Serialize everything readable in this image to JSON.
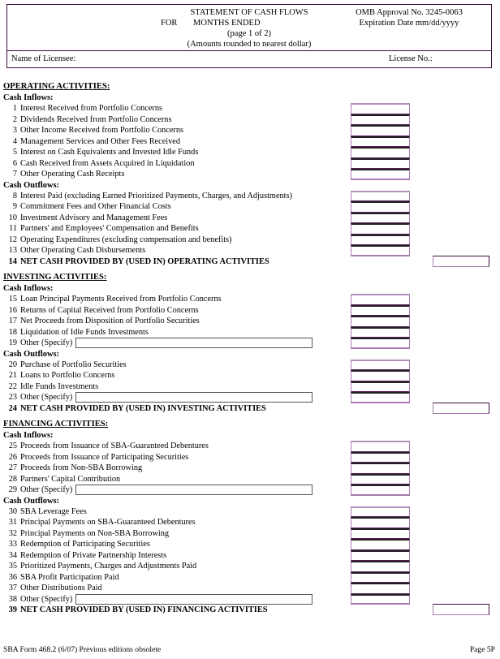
{
  "header": {
    "title": "STATEMENT OF CASH FLOWS",
    "for_label": "FOR",
    "months_ended": "MONTHS ENDED",
    "page_of": "(page 1 of 2)",
    "rounding_note": "(Amounts rounded to nearest dollar)",
    "omb_approval": "OMB Approval No. 3245-0063",
    "expiration_date": "Expiration Date  mm/dd/yyyy",
    "name_of_licensee_label": "Name of Licensee:",
    "name_of_licensee_value": "",
    "license_no_label": "License No.:",
    "license_no_value": ""
  },
  "subheads": {
    "cash_inflows": "Cash Inflows:",
    "cash_outflows": "Cash Outflows:"
  },
  "sections": [
    {
      "id": "operating",
      "heading": "OPERATING ACTIVITIES:",
      "inflows": [
        {
          "num": "1",
          "label": "Interest Received from Portfolio Concerns",
          "value": ""
        },
        {
          "num": "2",
          "label": "Dividends Received from Portfolio Concerns",
          "value": ""
        },
        {
          "num": "3",
          "label": "Other Income Received from Portfolio Concerns",
          "value": ""
        },
        {
          "num": "4",
          "label": "Management Services and Other Fees Received",
          "value": ""
        },
        {
          "num": "5",
          "label": "Interest on Cash Equivalents and Invested Idle Funds",
          "value": ""
        },
        {
          "num": "6",
          "label": "Cash Received from Assets Acquired in Liquidation",
          "value": ""
        },
        {
          "num": "7",
          "label": "Other Operating Cash Receipts",
          "value": ""
        }
      ],
      "outflows": [
        {
          "num": "8",
          "label": "Interest Paid (excluding Earned Prioritized Payments, Charges, and Adjustments)",
          "value": ""
        },
        {
          "num": "9",
          "label": "Commitment Fees and Other Financial Costs",
          "value": ""
        },
        {
          "num": "10",
          "label": "Investment Advisory and Management Fees",
          "value": ""
        },
        {
          "num": "11",
          "label": "Partners' and Employees' Compensation and Benefits",
          "value": ""
        },
        {
          "num": "12",
          "label": "Operating Expenditures (excluding compensation and benefits)",
          "value": ""
        },
        {
          "num": "13",
          "label": "Other Operating Cash Disbursements",
          "value": ""
        }
      ],
      "total": {
        "num": "14",
        "label": "NET CASH PROVIDED BY (USED IN) OPERATING ACTIVITIES",
        "value": ""
      }
    },
    {
      "id": "investing",
      "heading": "INVESTING ACTIVITIES:",
      "inflows": [
        {
          "num": "15",
          "label": "Loan Principal Payments Received from Portfolio Concerns",
          "value": ""
        },
        {
          "num": "16",
          "label": "Returns of Capital Received from Portfolio Concerns",
          "value": ""
        },
        {
          "num": "17",
          "label": "Net Proceeds from Disposition of Portfolio Securities",
          "value": ""
        },
        {
          "num": "18",
          "label": "Liquidation of Idle Funds Investments",
          "value": ""
        },
        {
          "num": "19",
          "label": "Other (Specify)",
          "specify": true,
          "specify_value": "",
          "value": ""
        }
      ],
      "outflows": [
        {
          "num": "20",
          "label": "Purchase of Portfolio Securities",
          "value": ""
        },
        {
          "num": "21",
          "label": "Loans to Portfolio Concerns",
          "value": ""
        },
        {
          "num": "22",
          "label": "Idle Funds Investments",
          "value": ""
        },
        {
          "num": "23",
          "label": "Other (Specify)",
          "specify": true,
          "specify_value": "",
          "value": ""
        }
      ],
      "total": {
        "num": "24",
        "label": "NET CASH PROVIDED BY (USED IN) INVESTING ACTIVITIES",
        "value": ""
      }
    },
    {
      "id": "financing",
      "heading": "FINANCING ACTIVITIES:",
      "inflows": [
        {
          "num": "25",
          "label": "Proceeds from Issuance of SBA-Guaranteed Debentures",
          "value": ""
        },
        {
          "num": "26",
          "label": "Proceeds from Issuance of Participating Securities",
          "value": ""
        },
        {
          "num": "27",
          "label": "Proceeds from Non-SBA Borrowing",
          "value": ""
        },
        {
          "num": "28",
          "label": "Partners' Capital Contribution",
          "value": ""
        },
        {
          "num": "29",
          "label": "Other (Specify)",
          "specify": true,
          "specify_value": "",
          "value": ""
        }
      ],
      "outflows": [
        {
          "num": "30",
          "label": "SBA Leverage Fees",
          "value": ""
        },
        {
          "num": "31",
          "label": "Principal Payments on SBA-Guaranteed Debentures",
          "value": ""
        },
        {
          "num": "32",
          "label": "Principal Payments on Non-SBA Borrowing",
          "value": ""
        },
        {
          "num": "33",
          "label": "Redemption of Participating Securities",
          "value": ""
        },
        {
          "num": "34",
          "label": "Redemption of Private Partnership Interests",
          "value": ""
        },
        {
          "num": "35",
          "label": "Prioritized Payments, Charges and Adjustments Paid",
          "value": ""
        },
        {
          "num": "36",
          "label": "SBA Profit Participation Paid",
          "value": ""
        },
        {
          "num": "37",
          "label": "Other Distributions Paid",
          "value": ""
        },
        {
          "num": "38",
          "label": "Other (Specify)",
          "specify": true,
          "specify_value": "",
          "value": ""
        }
      ],
      "total": {
        "num": "39",
        "label": "NET CASH PROVIDED BY (USED IN) FINANCING ACTIVITIES",
        "value": ""
      }
    }
  ],
  "footer": {
    "form_id": "SBA Form 468.2 (6/07)  Previous editions obsolete",
    "page_label": "Page 5P"
  },
  "colors": {
    "frame_border": "#3a0a3a",
    "box_border_light": "#b48fbb",
    "box_border_mid": "#a87cb0",
    "box_rule_dark": "#5c1a5c",
    "specify_border": "#555555"
  }
}
